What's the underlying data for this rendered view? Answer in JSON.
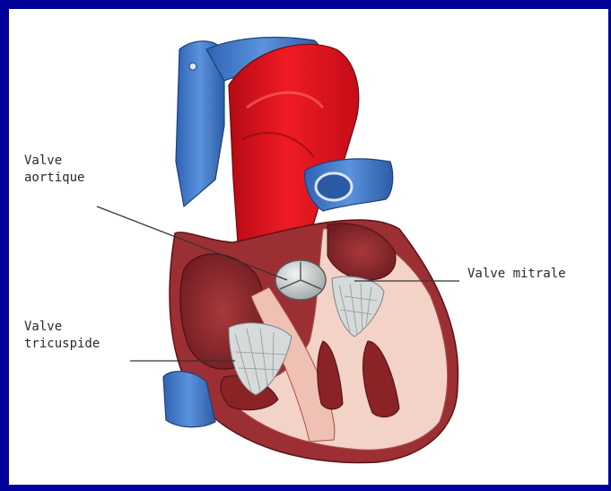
{
  "labels": {
    "aortique": {
      "line1": "Valve",
      "line2": "aortique"
    },
    "tricuspide": {
      "line1": "Valve",
      "line2": "tricuspide"
    },
    "mitrale": {
      "text": "Valve mitrale"
    }
  },
  "colors": {
    "frame": "#00009a",
    "panel": "#ffffff",
    "artery_red": "#e0101e",
    "vein_blue": "#3d78c8",
    "muscle_dark": "#8c2a2e",
    "chamber_pink": "#f3d2c8",
    "valve_gray": "#c8cccc",
    "leader_line": "#333333"
  }
}
